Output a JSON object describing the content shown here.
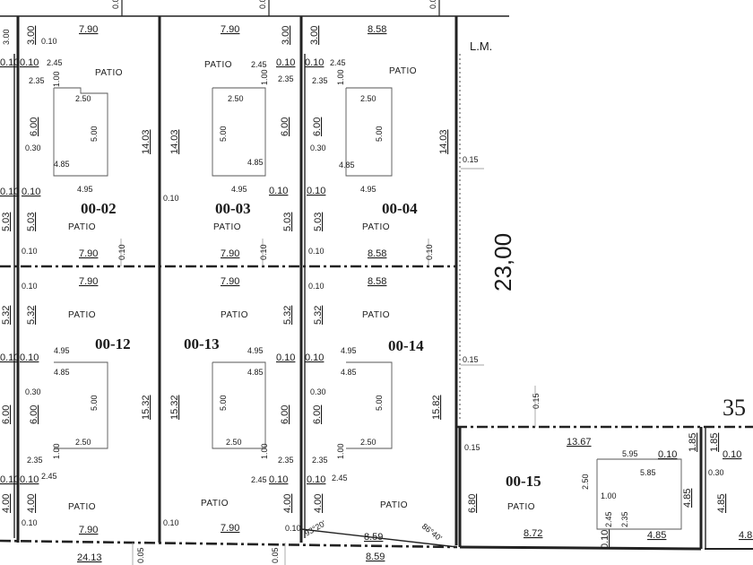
{
  "lots": {
    "l02": "00-02",
    "l03": "00-03",
    "l04": "00-04",
    "l12": "00-12",
    "l13": "00-13",
    "l14": "00-14",
    "l15": "00-15"
  },
  "labels": {
    "patio": "PATIO",
    "lm": "L.M.",
    "big_dim": "23,00",
    "partial_dim": "35"
  },
  "dims": {
    "d790": "7.90",
    "d858": "8.58",
    "d859": "8.59",
    "d872": "8.72",
    "d300": "3.00",
    "d010": "0.10",
    "d245": "2.45",
    "d235": "2.35",
    "d100": "1.00",
    "d250": "2.50",
    "d500": "5.00",
    "d600": "6.00",
    "d030": "0.30",
    "d485": "4.85",
    "d495": "4.95",
    "d1403": "14.03",
    "d503": "5.03",
    "d015": "0.15",
    "d532": "5.32",
    "d1532": "15.32",
    "d1582": "15.82",
    "d400": "4.00",
    "d2413": "24.13",
    "d1367": "13.67",
    "d595": "5.95",
    "d585": "5.85",
    "d185": "1.85",
    "d680": "6.80",
    "d005": "0.05",
    "d9320": "93°20'",
    "d8640": "86°40'"
  },
  "colors": {
    "line": "#222222",
    "background": "#ffffff"
  }
}
